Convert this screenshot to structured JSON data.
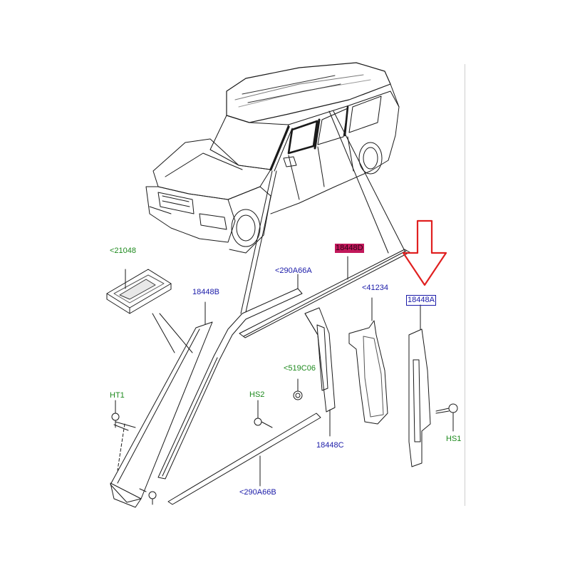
{
  "labels": {
    "l21048": "<21048",
    "l18448B": "18448B",
    "l290A66A": "<290A66A",
    "l18448D": "18448D",
    "l41234": "<41234",
    "l18448A": "18448A",
    "lHT1": "HT1",
    "l519C06": "<519C06",
    "lHS2": "HS2",
    "l18448C": "18448C",
    "lHS1": "HS1",
    "l290A66B": "<290A66B"
  },
  "colors": {
    "part_number": "#1a1aa8",
    "service_item": "#1e8a1e",
    "arrow": "#e02020",
    "highlight_red": "#c2185b",
    "line": "#1a1a1a"
  },
  "icons": {
    "arrow": "down-arrow-icon",
    "vehicle": "suv-outline"
  }
}
